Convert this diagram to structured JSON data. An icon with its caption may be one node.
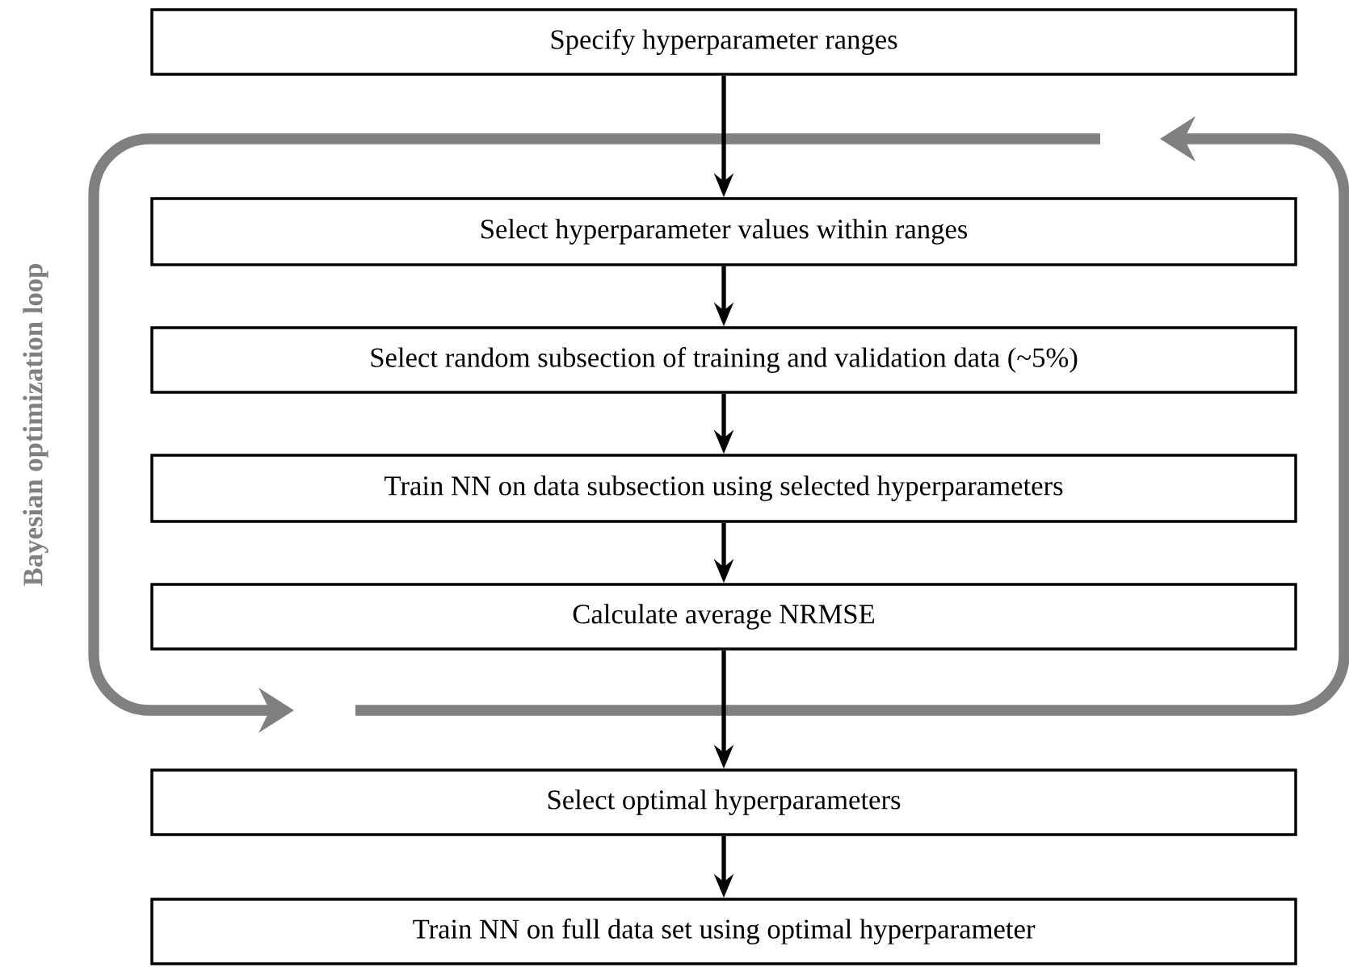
{
  "diagram": {
    "nodes": [
      {
        "text": [
          "Specify hyperparameter ranges"
        ]
      },
      {
        "text": [
          "Select hyperparameter values within ranges"
        ]
      },
      {
        "text": [
          "Select random subsection of training and validation data (~5%)"
        ]
      },
      {
        "text": [
          "Train NN on data subsection using selected hyperparameters"
        ]
      },
      {
        "text": [
          "Calculate average NRMSE"
        ]
      },
      {
        "text": [
          "Select optimal hyperparameters"
        ]
      },
      {
        "text": [
          "Train NN on full data set using optimal hyperparameter"
        ]
      }
    ],
    "edges": [
      {
        "from": 0,
        "to": 1,
        "arrow": "to"
      },
      {
        "from": 1,
        "to": 2,
        "arrow": "to"
      },
      {
        "from": 2,
        "to": 3,
        "arrow": "to"
      },
      {
        "from": 3,
        "to": 4,
        "arrow": "to"
      },
      {
        "from": 4,
        "to": 5,
        "arrow": "to"
      },
      {
        "from": 5,
        "to": 6,
        "arrow": "to"
      }
    ],
    "labels": [
      "Bayesian optimization loop"
    ]
  }
}
